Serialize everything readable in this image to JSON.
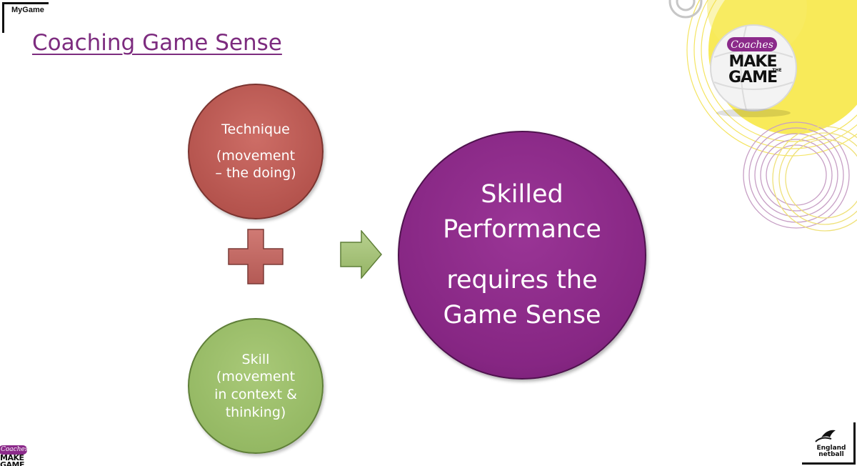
{
  "slide": {
    "corner_label": "MyGame",
    "title": "Coaching Game Sense"
  },
  "diagram": {
    "technique": {
      "line1": "Technique",
      "line2": "(movement",
      "line3": "– the doing)"
    },
    "skill": {
      "line1": "Skill",
      "line2": "(movement",
      "line3": "in context &",
      "line4": "thinking)"
    },
    "skilled": {
      "line1": "Skilled",
      "line2": "Performance",
      "line3": "requires the",
      "line4": "Game Sense"
    }
  },
  "branding": {
    "coaches_text": "Coaches",
    "make_text": "MAKE",
    "the_text": "THE",
    "game_text": "GAME",
    "bottom_make_text": "MAKE",
    "bottom_game_text": "GAME",
    "england_text": "England",
    "netball_text": "netball"
  },
  "colors": {
    "title": "#7d2c7f",
    "technique": "#b3524c",
    "skill": "#94b863",
    "skilled": "#862683",
    "plus": "#c06a66",
    "arrow": "#a6c27a",
    "brand_purple": "#8b2a8a",
    "accent_yellow": "#f7e63c"
  },
  "icons": [
    "plus-icon",
    "arrow-right-icon",
    "netball-icon",
    "england-netball-logo"
  ]
}
